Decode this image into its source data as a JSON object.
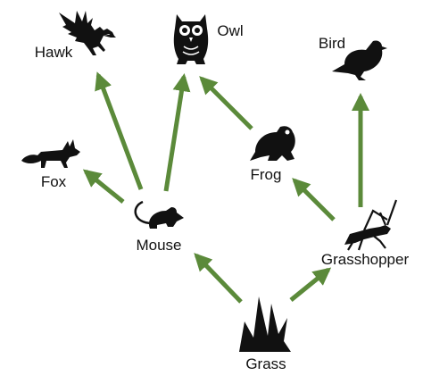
{
  "colors": {
    "arrow": "#5b8a3a",
    "silhouette": "#111111",
    "background": "#ffffff"
  },
  "organisms": {
    "hawk": {
      "label": "Hawk",
      "icon": "hawk-icon"
    },
    "owl": {
      "label": "Owl",
      "icon": "owl-icon"
    },
    "bird": {
      "label": "Bird",
      "icon": "bird-icon"
    },
    "fox": {
      "label": "Fox",
      "icon": "fox-icon"
    },
    "frog": {
      "label": "Frog",
      "icon": "frog-icon"
    },
    "mouse": {
      "label": "Mouse",
      "icon": "mouse-icon"
    },
    "grasshopper": {
      "label": "Grasshopper",
      "icon": "grasshopper-icon"
    },
    "grass": {
      "label": "Grass",
      "icon": "grass-icon"
    }
  },
  "energy_flow": [
    {
      "from": "grass",
      "to": "mouse"
    },
    {
      "from": "grass",
      "to": "grasshopper"
    },
    {
      "from": "mouse",
      "to": "fox"
    },
    {
      "from": "mouse",
      "to": "hawk"
    },
    {
      "from": "mouse",
      "to": "owl"
    },
    {
      "from": "grasshopper",
      "to": "frog"
    },
    {
      "from": "grasshopper",
      "to": "bird"
    },
    {
      "from": "frog",
      "to": "owl"
    }
  ]
}
